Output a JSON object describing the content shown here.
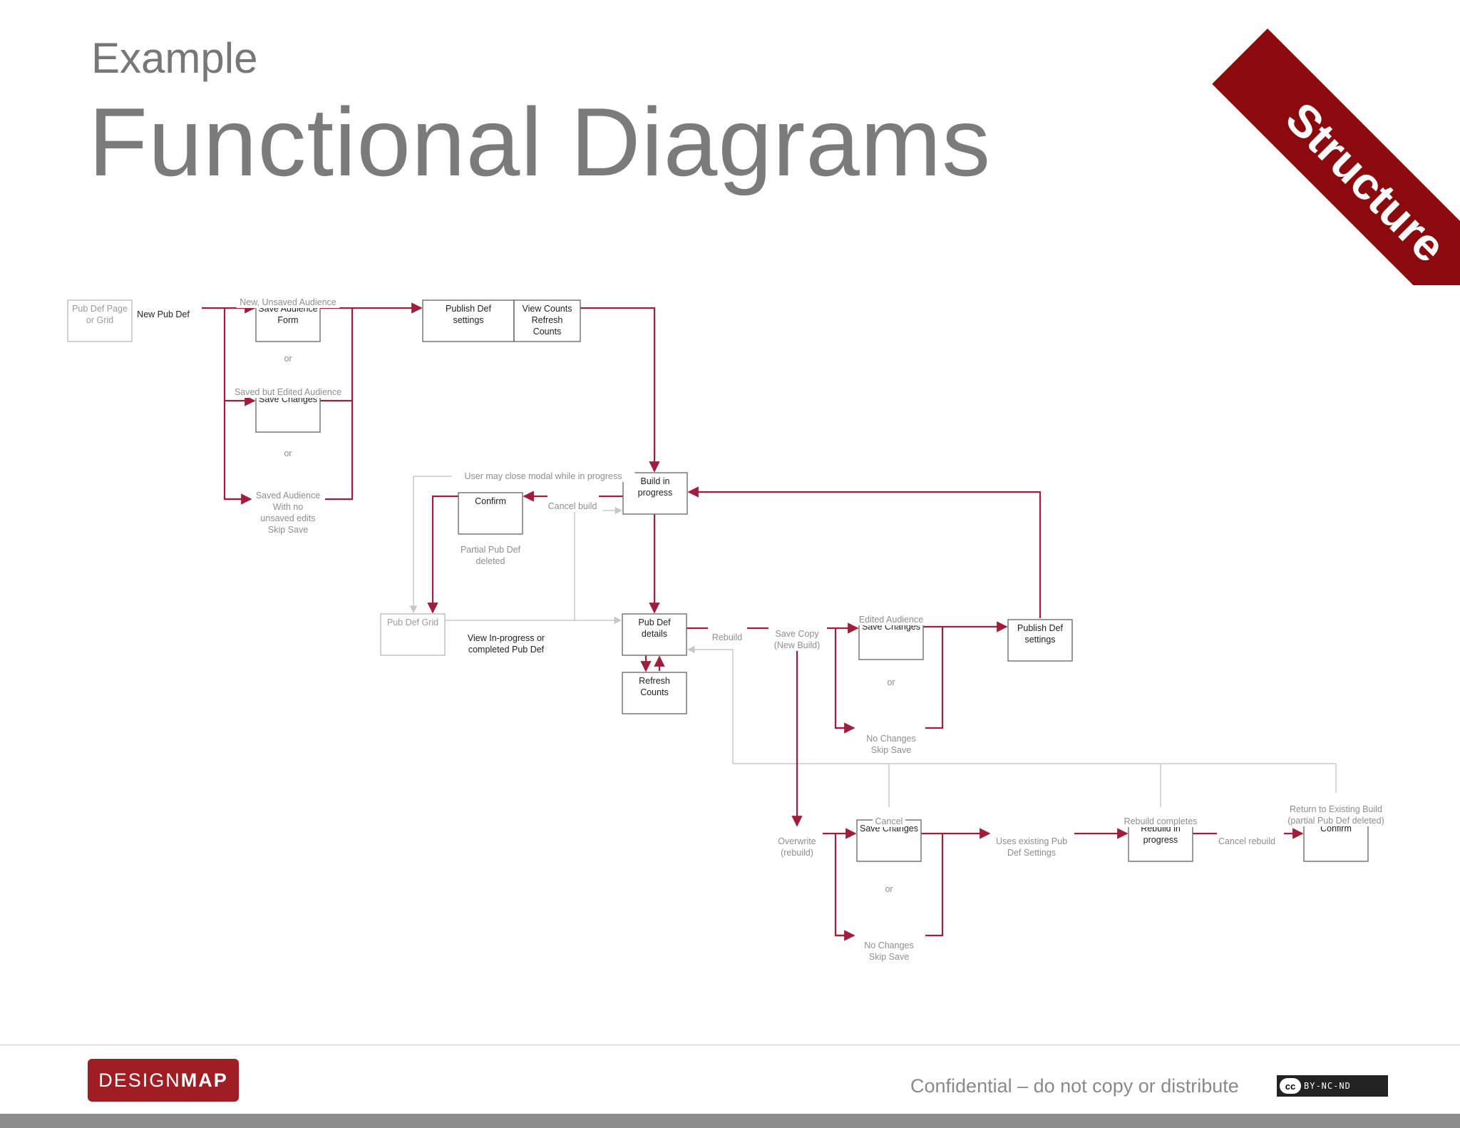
{
  "header": {
    "subtitle": "Example",
    "title": "Functional Diagrams",
    "ribbon": "Structure"
  },
  "diagram": {
    "nodes": [
      {
        "id": "pubdef_page",
        "lines": [
          "Pub Def Page",
          "or Grid"
        ],
        "muted": true
      },
      {
        "id": "save_audience_form",
        "lines": [
          "Save Audience",
          "Form"
        ]
      },
      {
        "id": "save_changes_1",
        "lines": [
          "Save Changes"
        ]
      },
      {
        "id": "publish_def_settings_1",
        "lines": [
          "Publish Def",
          "settings"
        ]
      },
      {
        "id": "view_counts",
        "lines": [
          "View Counts",
          "Refresh",
          "Counts"
        ]
      },
      {
        "id": "build_in_progress",
        "lines": [
          "Build in",
          "progress"
        ]
      },
      {
        "id": "confirm_1",
        "lines": [
          "Confirm"
        ]
      },
      {
        "id": "pub_def_grid",
        "lines": [
          "Pub Def Grid"
        ],
        "muted": true
      },
      {
        "id": "pub_def_details",
        "lines": [
          "Pub Def",
          "details"
        ]
      },
      {
        "id": "refresh_counts",
        "lines": [
          "Refresh",
          "Counts"
        ]
      },
      {
        "id": "save_changes_2",
        "lines": [
          "Save Changes"
        ]
      },
      {
        "id": "publish_def_settings_2",
        "lines": [
          "Publish Def",
          "settings"
        ]
      },
      {
        "id": "save_changes_3",
        "lines": [
          "Save Changes"
        ]
      },
      {
        "id": "rebuild_in_progress",
        "lines": [
          "Rebuild in",
          "progress"
        ]
      },
      {
        "id": "confirm_2",
        "lines": [
          "Confirm"
        ]
      }
    ],
    "labels": [
      {
        "id": "new_pub_def",
        "lines": [
          "New Pub Def"
        ],
        "dark": true
      },
      {
        "id": "new_unsaved",
        "lines": [
          "New, Unsaved Audience"
        ]
      },
      {
        "id": "or_1",
        "lines": [
          "or"
        ]
      },
      {
        "id": "saved_edited",
        "lines": [
          "Saved but Edited Audience"
        ]
      },
      {
        "id": "or_2",
        "lines": [
          "or"
        ]
      },
      {
        "id": "saved_no_edits",
        "lines": [
          "Saved Audience",
          "With no",
          "unsaved edits",
          "Skip Save"
        ]
      },
      {
        "id": "close_modal",
        "lines": [
          "User may close modal while in progress"
        ]
      },
      {
        "id": "cancel_build",
        "lines": [
          "Cancel build"
        ]
      },
      {
        "id": "partial_deleted",
        "lines": [
          "Partial Pub Def",
          "deleted"
        ]
      },
      {
        "id": "view_inprogress",
        "lines": [
          "View In-progress or",
          "completed Pub Def"
        ],
        "dark": true
      },
      {
        "id": "rebuild",
        "lines": [
          "Rebuild"
        ]
      },
      {
        "id": "save_copy",
        "lines": [
          "Save Copy",
          "(New Build)"
        ]
      },
      {
        "id": "edited_audience",
        "lines": [
          "Edited Audience"
        ]
      },
      {
        "id": "or_3",
        "lines": [
          "or"
        ]
      },
      {
        "id": "no_changes_1",
        "lines": [
          "No Changes",
          "Skip Save"
        ]
      },
      {
        "id": "cancel",
        "lines": [
          "Cancel"
        ]
      },
      {
        "id": "rebuild_completes",
        "lines": [
          "Rebuild completes"
        ]
      },
      {
        "id": "return_existing",
        "lines": [
          "Return to Existing Build",
          "(partial Pub Def deleted)"
        ]
      },
      {
        "id": "overwrite",
        "lines": [
          "Overwrite",
          "(rebuild)"
        ]
      },
      {
        "id": "or_4",
        "lines": [
          "or"
        ]
      },
      {
        "id": "no_changes_2",
        "lines": [
          "No Changes",
          "Skip Save"
        ]
      },
      {
        "id": "uses_existing",
        "lines": [
          "Uses existing Pub",
          "Def Settings"
        ]
      },
      {
        "id": "cancel_rebuild",
        "lines": [
          "Cancel rebuild"
        ]
      }
    ]
  },
  "footer": {
    "logo_light": "DESIGN",
    "logo_bold": "MAP",
    "confidential": "Confidential – do not copy or distribute",
    "cc_symbol": "cc",
    "cc_text": "BY-NC-ND"
  },
  "colors": {
    "accent": "#a01d3c",
    "muted_line": "#c8c8c8",
    "box_border": "#6f6f6f",
    "ribbon": "#8b0a0e"
  }
}
